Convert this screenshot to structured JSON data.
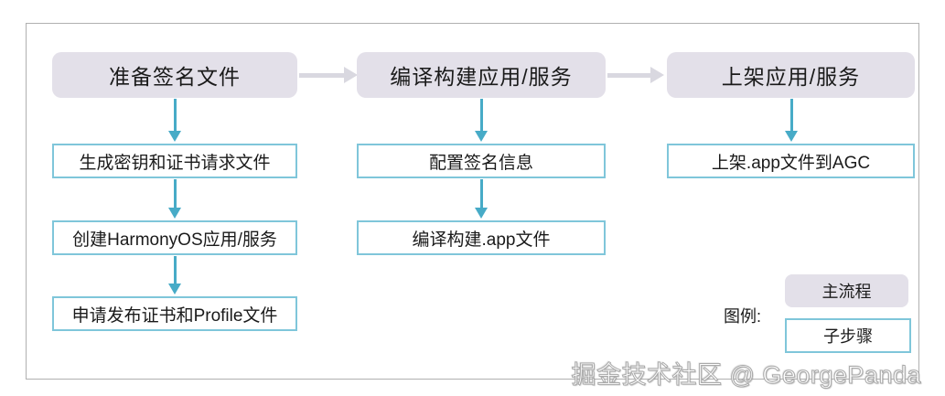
{
  "colors": {
    "main_box_fill": "#e3e0e9",
    "sub_box_border": "#7fc6da",
    "flow_arrow_gray": "#d9d8e0",
    "step_arrow_teal": "#47abc7",
    "frame_border": "#b0b0b0",
    "text": "#1a1a1a"
  },
  "flow": {
    "columns": [
      {
        "main": "准备签名文件",
        "steps": [
          "生成密钥和证书请求文件",
          "创建HarmonyOS应用/服务",
          "申请发布证书和Profile文件"
        ]
      },
      {
        "main": "编译构建应用/服务",
        "steps": [
          "配置签名信息",
          "编译构建.app文件"
        ]
      },
      {
        "main": "上架应用/服务",
        "steps": [
          "上架.app文件到AGC"
        ]
      }
    ]
  },
  "legend": {
    "label": "图例:",
    "main_item": "主流程",
    "sub_item": "子步骤"
  },
  "watermark": "掘金技术社区 @ GeorgePanda"
}
